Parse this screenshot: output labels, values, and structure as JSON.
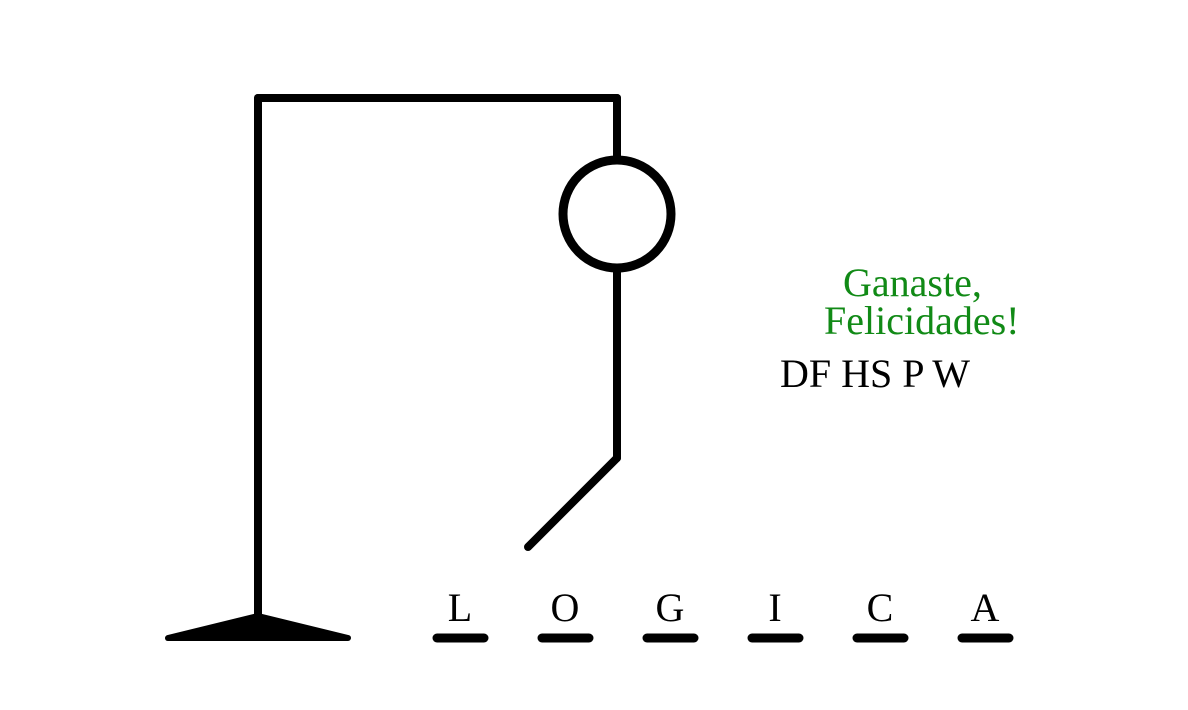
{
  "game": {
    "message_line1": "Ganaste,",
    "message_line2": "Felicidades!",
    "wrong_letters": "DF HS P W",
    "word_letters": [
      "L",
      "O",
      "G",
      "I",
      "C",
      "A"
    ],
    "colors": {
      "message": "#118a16",
      "drawing": "#000000",
      "background": "#ffffff"
    }
  }
}
